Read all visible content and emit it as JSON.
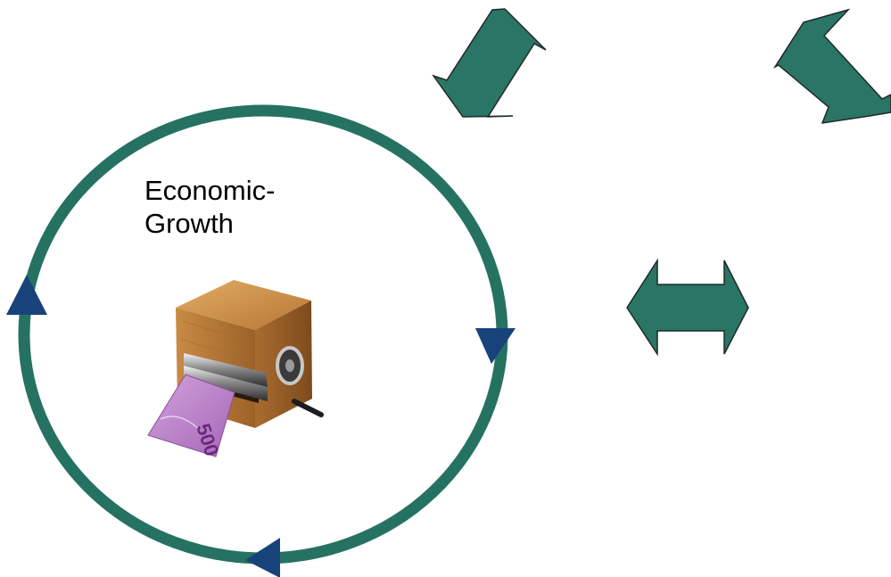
{
  "cycle": {
    "label_line1": "Economic-",
    "label_line2": "Growth"
  },
  "image": {
    "description_icon": "money-printing-machine-icon",
    "banknote_value": "500"
  },
  "colors": {
    "ring": "#267262",
    "arrow_fill": "#2a7566",
    "arrow_stroke": "#1f2a28",
    "cycle_arrowheads": "#17437a",
    "wood_light": "#d39a52",
    "wood_dark": "#8a5522",
    "banknote": "#b679c4"
  }
}
